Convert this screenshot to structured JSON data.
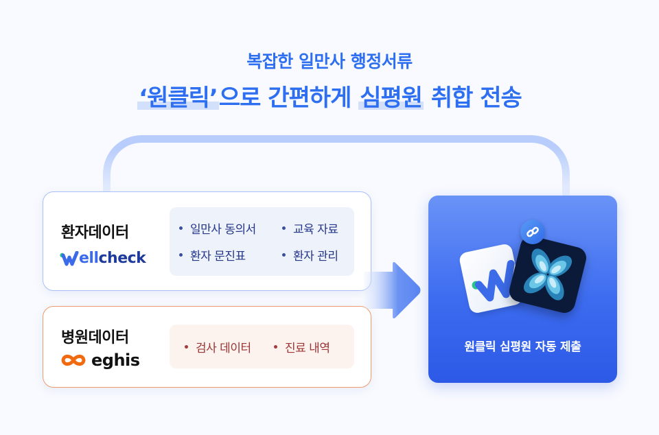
{
  "headline": {
    "subtitle": "복잡한 일만사 행정서류",
    "title_parts": [
      {
        "text": "‘원클릭’",
        "highlight": true
      },
      {
        "text": "으로 간편하게 ",
        "highlight": false
      },
      {
        "text": "심평원",
        "highlight": true
      },
      {
        "text": " 취합 전송",
        "highlight": false
      }
    ]
  },
  "patient_card": {
    "title": "환자데이터",
    "logo": {
      "prefix": "W",
      "highlight": "ell",
      "suffix": "check",
      "icon": "wellcheck-w-icon"
    },
    "items": [
      "일만사 동의서",
      "교육 자료",
      "환자 문진표",
      "환자 관리"
    ],
    "border_color": "#a8c0f5",
    "chip_bg": "#edf2fb"
  },
  "hospital_card": {
    "title": "병원데이터",
    "logo": {
      "text": "eghis",
      "icon": "eghis-infinity-icon"
    },
    "items": [
      "검사 데이터",
      "진료 내역"
    ],
    "border_color": "#ef9b6b",
    "chip_bg": "#fcf2ee"
  },
  "result_card": {
    "label": "원클릭 심평원 자동 제출",
    "icons": [
      "wellcheck-app-icon",
      "hira-app-icon",
      "link-icon"
    ],
    "gradient": [
      "#6a93f7",
      "#2c59e6"
    ]
  },
  "colors": {
    "accent": "#2d6ff0",
    "background": "#f8faff",
    "highlight": "#d3e0fb"
  }
}
